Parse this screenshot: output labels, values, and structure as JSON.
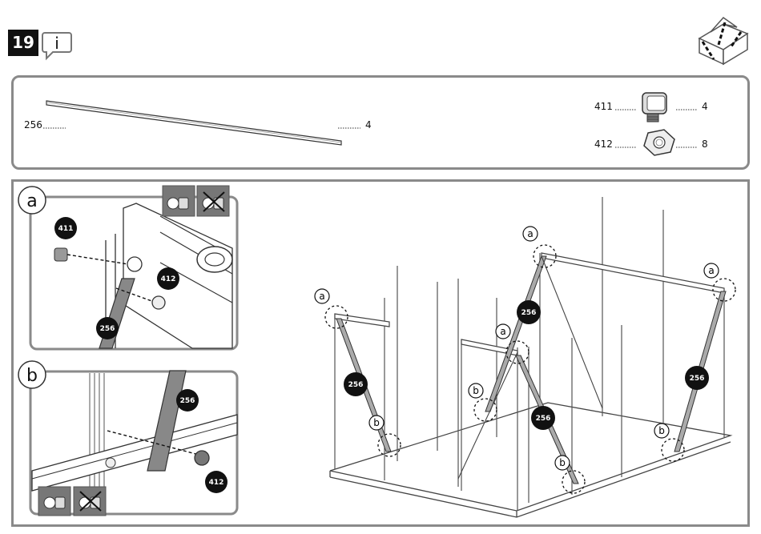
{
  "step": {
    "number": "19"
  },
  "parts": {
    "profile": {
      "id": "256",
      "qty": "4"
    },
    "bolt": {
      "id": "411",
      "qty": "4"
    },
    "nut": {
      "id": "412",
      "qty": "8"
    }
  },
  "detail_a": {
    "letter": "a",
    "bolt_label": "411",
    "nut_label": "412",
    "profile_label": "256"
  },
  "detail_b": {
    "letter": "b",
    "profile_label": "256",
    "nut_label": "412"
  },
  "overview": {
    "markers_a": [
      "a",
      "a",
      "a",
      "a"
    ],
    "markers_b": [
      "b",
      "b",
      "b",
      "b"
    ],
    "profile_labels": [
      "256",
      "256",
      "256",
      "256"
    ]
  }
}
